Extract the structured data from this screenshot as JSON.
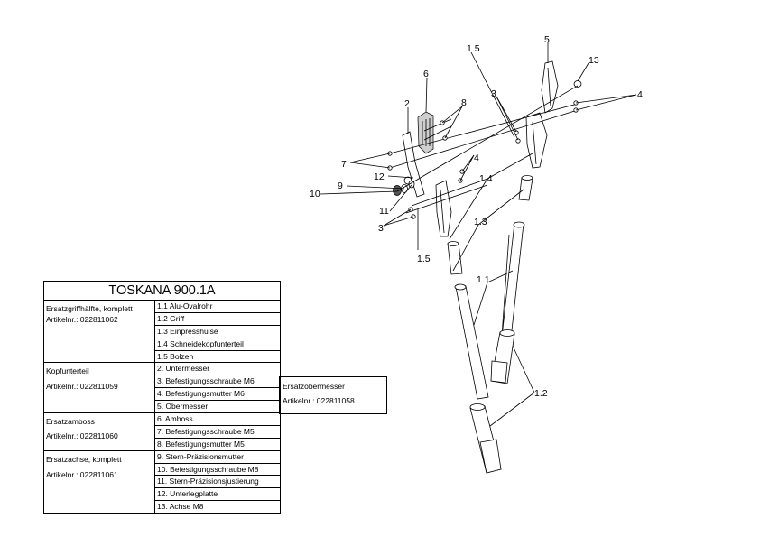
{
  "table": {
    "title": "TOSKANA 900.1A",
    "groups": [
      {
        "name": "Ersatzgriffhälfte, komplett",
        "article": "Artikelnr.: 022811062",
        "items": [
          "1.1 Alu-Ovalrohr",
          "1.2 Griff",
          "1.3 Einpresshülse",
          "1.4 Schneidekopfunterteil",
          "1.5 Bolzen"
        ]
      },
      {
        "name": "Kopfunterteil",
        "article": "Artikelnr.: 022811059",
        "items": [
          "2.   Untermesser",
          "3.   Befestigungsschraube M6",
          "4.   Befestigungsmutter M6",
          "5.   Obermesser"
        ]
      },
      {
        "name": "Ersatzamboss",
        "article": "Artikelnr.: 022811060",
        "items": [
          "6.  Amboss",
          "7.   Befestigungsschraube M5",
          "8.   Befestigungsmutter M5"
        ]
      },
      {
        "name": "Ersatzachse, komplett",
        "article": "Artikelnr.: 022811061",
        "items": [
          "9.   Stern-Präzisionsmutter",
          "10. Befestigungsschraube M8",
          "11. Stern-Präzisionsjustierung",
          "12. Unterlegplatte",
          "13. Achse M8"
        ]
      }
    ],
    "side_group": {
      "name": "Ersatzobermesser",
      "article": "Artikelnr.: 022811058"
    }
  },
  "callouts": [
    "1.5",
    "5",
    "13",
    "3",
    "4",
    "6",
    "2",
    "8",
    "7",
    "12",
    "9",
    "10",
    "11",
    "4",
    "3",
    "1.4",
    "1.3",
    "1.5",
    "1.1",
    "1.2"
  ]
}
